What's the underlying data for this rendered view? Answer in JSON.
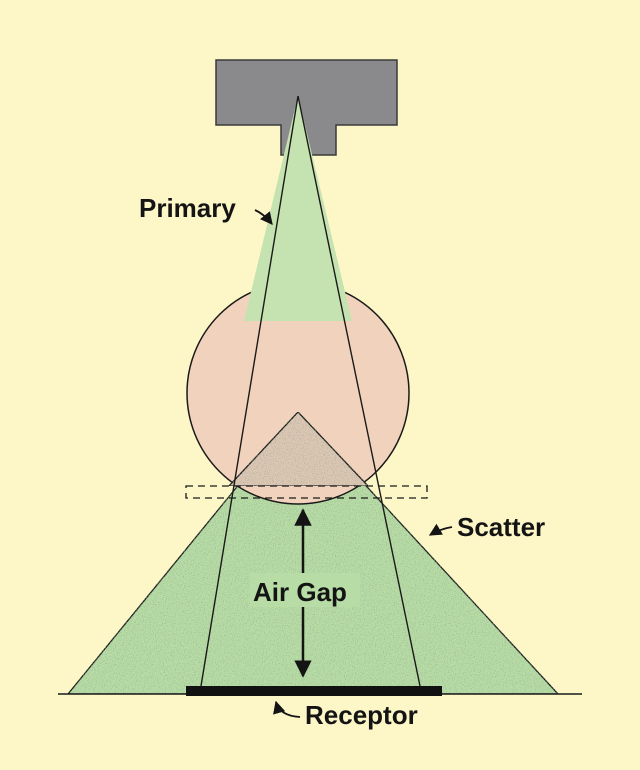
{
  "labels": {
    "primary": "Primary",
    "scatter": "Scatter",
    "air_gap": "Air Gap",
    "receptor": "Receptor"
  },
  "colors": {
    "background": "#fdf6c7",
    "tube": "#8a8a8c",
    "primary_beam": "#c5e3b0",
    "patient": "#f1d3bd",
    "scatter": "#b7dca5",
    "lines": "#1a1a1a",
    "receptor": "#111111"
  }
}
